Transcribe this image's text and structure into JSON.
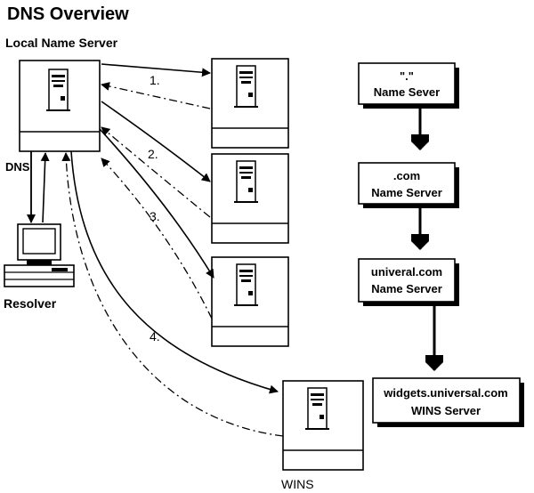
{
  "title": "DNS Overview",
  "local_server": {
    "heading": "Local Name Server",
    "label": "DNS"
  },
  "resolver": {
    "label": "Resolver"
  },
  "wins": {
    "label": "WINS"
  },
  "steps": [
    "1.",
    "2.",
    "3.",
    "4."
  ],
  "hierarchy": [
    {
      "line1": "\".\"",
      "line2": "Name Sever"
    },
    {
      "line1": ".com",
      "line2": "Name Server"
    },
    {
      "line1": "univeral.com",
      "line2": "Name Server"
    },
    {
      "line1": "widgets.universal.com",
      "line2": "WINS Server"
    }
  ]
}
